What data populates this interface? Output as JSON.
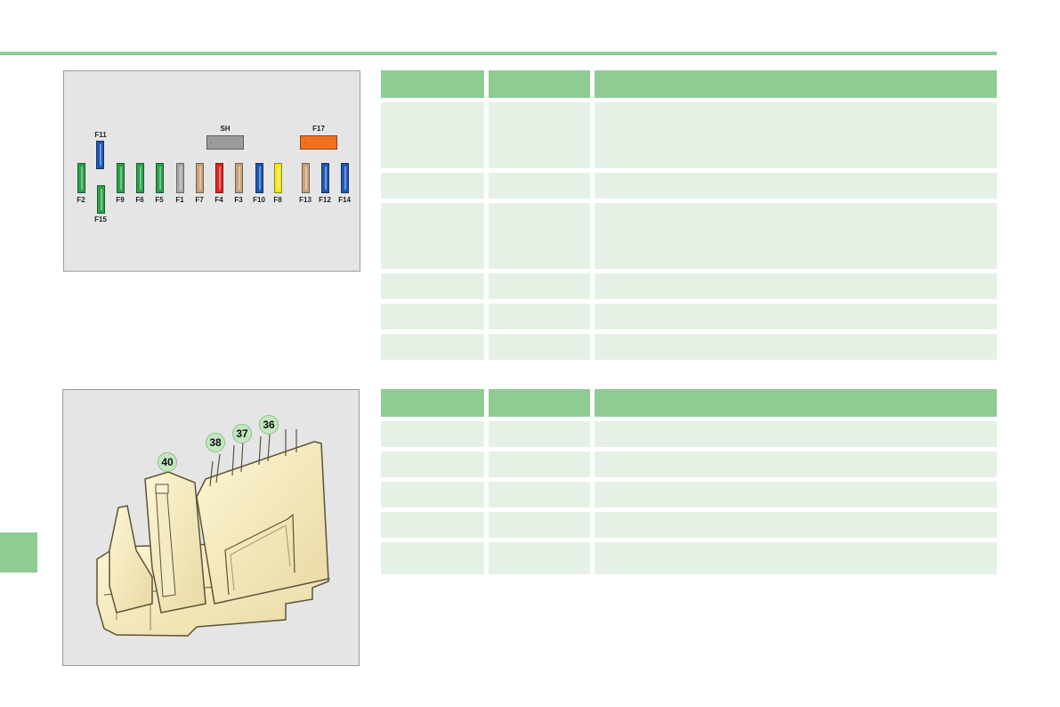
{
  "colors": {
    "accent_green": "#8fcc94",
    "cell_green": "#e6f1e6",
    "figure_bg": "#e5e5e5"
  },
  "fuse_box": {
    "top_fuses": [
      {
        "label": "F11",
        "color": "#1f58b5"
      },
      {
        "label": "SH",
        "color": "#9b9b9b"
      },
      {
        "label": "F17",
        "color": "#f07020"
      }
    ],
    "row": [
      {
        "label": "F2",
        "color": "#2aa14a"
      },
      {
        "label": "F9",
        "color": "#2aa14a"
      },
      {
        "label": "F6",
        "color": "#2aa14a"
      },
      {
        "label": "F5",
        "color": "#2aa14a"
      },
      {
        "label": "F1",
        "color": "#a8a8a8"
      },
      {
        "label": "F7",
        "color": "#c8a27a"
      },
      {
        "label": "F4",
        "color": "#e02626"
      },
      {
        "label": "F3",
        "color": "#c8a27a"
      },
      {
        "label": "F10",
        "color": "#1f58b5"
      },
      {
        "label": "F8",
        "color": "#f3e61c"
      },
      {
        "label": "F13",
        "color": "#c8a27a"
      },
      {
        "label": "F12",
        "color": "#1f58b5"
      },
      {
        "label": "F14",
        "color": "#1f58b5"
      }
    ],
    "lower_fuse": {
      "label": "F15",
      "color": "#2aa14a"
    }
  },
  "connector": {
    "pins": [
      "40",
      "38",
      "37",
      "36"
    ]
  },
  "table1": {
    "header": [
      "",
      "",
      ""
    ],
    "rows": [
      {
        "cells": [
          "",
          "",
          ""
        ],
        "tall": true
      },
      {
        "cells": [
          "",
          "",
          ""
        ],
        "tall": false
      },
      {
        "cells": [
          "",
          "",
          ""
        ],
        "tall": true
      },
      {
        "cells": [
          "",
          "",
          ""
        ],
        "tall": false
      },
      {
        "cells": [
          "",
          "",
          ""
        ],
        "tall": false
      },
      {
        "cells": [
          "",
          "",
          ""
        ],
        "tall": false
      }
    ]
  },
  "table2": {
    "header": [
      "",
      "",
      ""
    ],
    "rows": [
      {
        "cells": [
          "",
          "",
          ""
        ],
        "tall": false
      },
      {
        "cells": [
          "",
          "",
          ""
        ],
        "tall": false
      },
      {
        "cells": [
          "",
          "",
          ""
        ],
        "tall": false
      },
      {
        "cells": [
          "",
          "",
          ""
        ],
        "tall": false
      },
      {
        "cells": [
          "",
          "",
          ""
        ],
        "tall": false
      }
    ]
  }
}
